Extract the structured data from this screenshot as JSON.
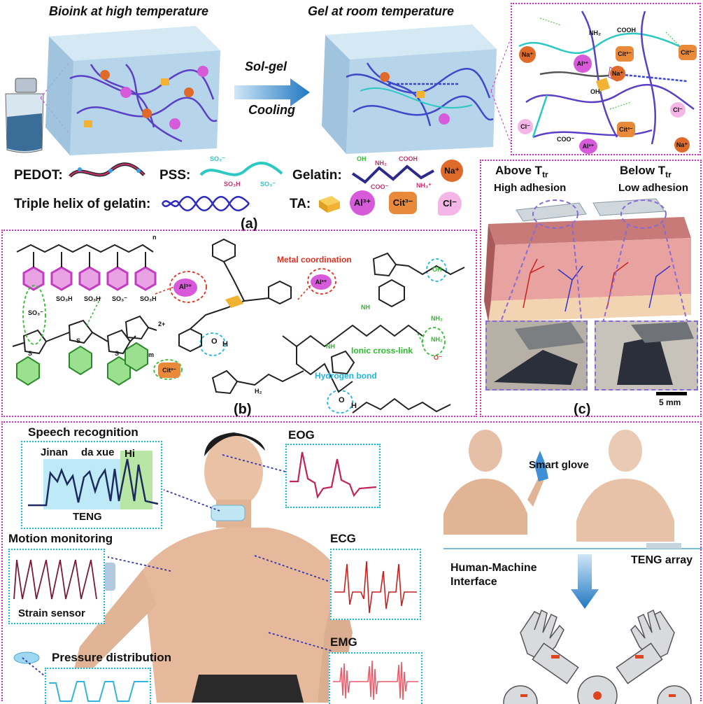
{
  "panel_a": {
    "title_left": "Bioink at high temperature",
    "title_right": "Gel at room temperature",
    "arrow_top": "Sol-gel",
    "arrow_bottom": "Cooling",
    "legend": {
      "pedot": "PEDOT:",
      "pss": "PSS:",
      "gelatin": "Gelatin:",
      "triple_helix": "Triple helix of gelatin:",
      "ta": "TA:",
      "na": "Na⁺",
      "al": "Al³⁺",
      "cit": "Cit³⁻",
      "cl": "Cl⁻",
      "pss_so3": "SO₃⁻",
      "pss_so3h": "SO₃H",
      "gel_oh": "OH",
      "gel_nh2": "NH₂",
      "gel_cooh": "COOH",
      "gel_coo": "COO⁻",
      "gel_nh3": "NH₃⁺"
    },
    "zoom_labels": {
      "na": "Na⁺",
      "al": "Al³⁺",
      "cit": "Cit³⁻",
      "cl": "Cl⁻",
      "nh2": "NH₂",
      "cooh": "COOH",
      "coo": "COO⁻",
      "oh": "OH"
    },
    "label": "(a)"
  },
  "panel_b": {
    "metal_coordination": "Metal coordination",
    "ionic_crosslink": "Ionic cross-link",
    "hydrogen_bond": "Hydrogen bond",
    "al": "Al³⁺",
    "cit": "Cit³⁻",
    "so3": "SO₃⁻",
    "so3h": "SO₃H",
    "charge": "2+",
    "n": "n",
    "m": "m",
    "s": "S",
    "o": "O",
    "h": "H",
    "nh": "NH",
    "nh2": "NH₂",
    "oh": "OH",
    "o_minus": "O⁻",
    "h2": "H₂",
    "label": "(b)"
  },
  "panel_c": {
    "left_title": "Above T",
    "left_sub": "tr",
    "left_desc": "High adhesion",
    "right_title": "Below T",
    "right_sub": "tr",
    "right_desc": "Low adhesion",
    "scale": "5 mm",
    "label": "(c)"
  },
  "panel_d": {
    "speech": "Speech recognition",
    "jinan": "Jinan",
    "daxue": "da xue",
    "hi": "Hi",
    "teng": "TENG",
    "motion": "Motion monitoring",
    "strain": "Strain sensor",
    "pressure": "Pressure distribution",
    "eog": "EOG",
    "ecg": "ECG",
    "emg": "EMG"
  },
  "panel_e": {
    "smart_glove": "Smart glove",
    "hmi_line1": "Human-Machine",
    "hmi_line2": "Interface",
    "teng_array": "TENG array"
  },
  "colors": {
    "magenta_border": "#d12fc4",
    "cyan_border": "#19b9d8",
    "annotation_red": "#e0301e",
    "annotation_green": "#2ebd2e",
    "annotation_cyan": "#1db7e0"
  }
}
